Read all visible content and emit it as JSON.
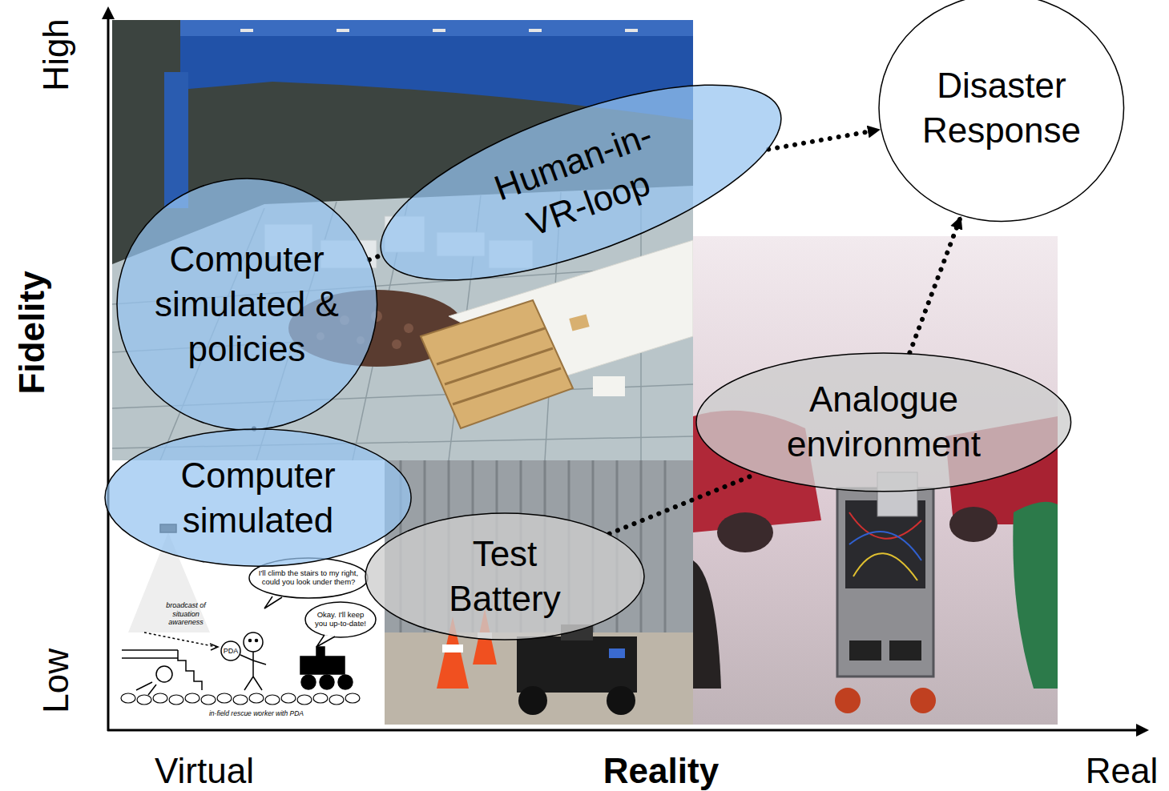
{
  "diagram": {
    "nodes": [
      {
        "text": [
          "Computer simulated & policies"
        ]
      },
      {
        "text": [
          "Human-in-VR-loop"
        ]
      },
      {
        "text": [
          "Computer simulated"
        ]
      },
      {
        "text": [
          "Test Battery"
        ]
      },
      {
        "text": [
          "Analogue environment"
        ]
      },
      {
        "text": [
          "Disaster Response"
        ]
      }
    ],
    "edges": [
      {
        "from": 2,
        "to": 0,
        "arrow": "none"
      },
      {
        "from": 0,
        "to": 1,
        "arrow": "none"
      },
      {
        "from": 1,
        "to": 5,
        "arrow": "to"
      },
      {
        "from": 3,
        "to": 4,
        "arrow": "none"
      },
      {
        "from": 4,
        "to": 5,
        "arrow": "to"
      }
    ],
    "labels": [
      "High",
      "Fidelity",
      "Low",
      "Virtual",
      "Reality",
      "Real",
      "broadcast of situation awareness",
      "PDA",
      "I'll climb the stairs to my right, could you look under them?",
      "Okay. I'll keep you up-to-date!",
      "in-field rescue worker with PDA"
    ]
  }
}
